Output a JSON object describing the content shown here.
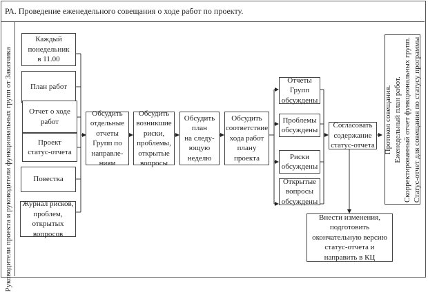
{
  "title": "РА. Проведение еженедельного совещания о ходе работ по проекту.",
  "side_label": "Руководители проекта и руководители функциональных групп от Заказчика",
  "inputs": [
    {
      "id": "monday",
      "label": "Каждый\nпонедельник\nв 11.00"
    },
    {
      "id": "work-plan",
      "label": "План работ"
    },
    {
      "id": "progress-report",
      "label": "Отчет о ходе\nработ"
    },
    {
      "id": "status-report-draft",
      "label": "Проект\nстатус-отчета"
    },
    {
      "id": "agenda",
      "label": "Повестка"
    },
    {
      "id": "risk-log",
      "label": "Журнал рисков,\nпроблем,\nоткрытых\nвопросов"
    }
  ],
  "steps": [
    {
      "id": "discuss-reports",
      "label": "Обсудить\nотдельные\nотчеты\nГрупп по\nнаправле-\nниям"
    },
    {
      "id": "discuss-risks",
      "label": "Обсудить\nвозникшие\nриски,\nпроблемы,\nоткрытые\nвопросы"
    },
    {
      "id": "discuss-plan",
      "label": "Обсудить\nплан\nна следу-\nющую\nнеделю"
    },
    {
      "id": "discuss-compliance",
      "label": "Обсудить\nсоответствие\nхода работ\nплану\nпроекта"
    }
  ],
  "outcomes": [
    {
      "id": "reports-discussed",
      "label": "Отчеты\nГрупп\nобсуждены"
    },
    {
      "id": "problems-discussed",
      "label": "Проблемы\nобсуждены"
    },
    {
      "id": "risks-discussed",
      "label": "Риски\nобсуждены"
    },
    {
      "id": "questions-discussed",
      "label": "Открытые\nвопросы\nобсуждены"
    }
  ],
  "agree": {
    "label": "Согласовать\nсодержание\nстатус-отчета"
  },
  "finalize": {
    "label": "Внести изменения,\nподготовить\nокончательную версию\nстатус-отчета и\nнаправить в КЦ"
  },
  "result": {
    "label": "Протокол совещания.\nЕженедельный план работ.\nСкорректированный отчет функциональных групп.\nСтатус-отчет для совещания по статусу программы"
  }
}
